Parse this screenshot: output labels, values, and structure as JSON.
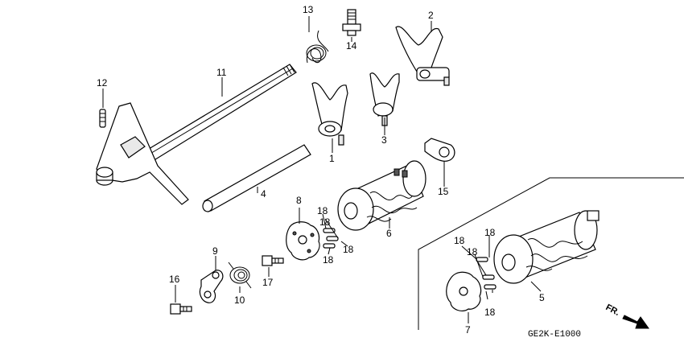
{
  "diagram": {
    "callouts": {
      "c1": "1",
      "c2": "2",
      "c3": "3",
      "c4": "4",
      "c5": "5",
      "c6": "6",
      "c7": "7",
      "c8": "8",
      "c9": "9",
      "c10": "10",
      "c11": "11",
      "c12": "12",
      "c13": "13",
      "c14": "14",
      "c15": "15",
      "c16": "16",
      "c17": "17",
      "c18a": "18",
      "c18b": "18",
      "c18c": "18",
      "c18d": "18",
      "c18e": "18",
      "c18f": "18",
      "c18g": "18",
      "c18h": "18"
    },
    "direction_label": "FR.",
    "code": "GE2K-E1000"
  }
}
